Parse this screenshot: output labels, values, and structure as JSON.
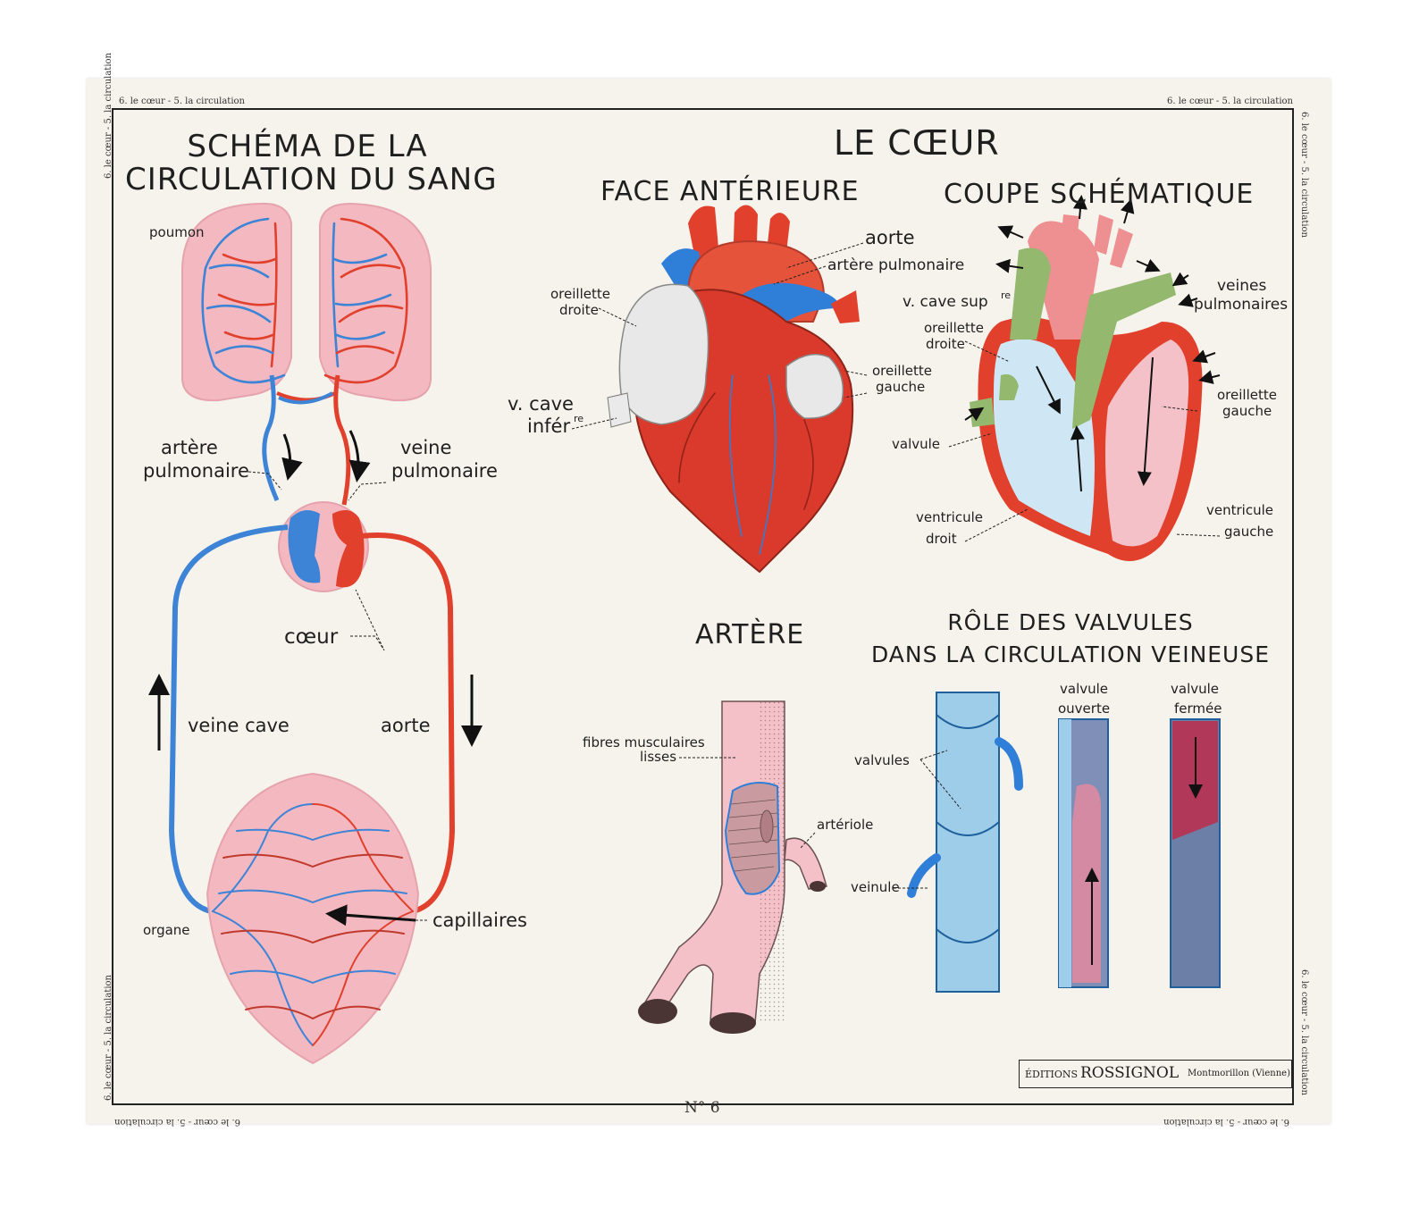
{
  "edge": {
    "top_left": "6. le cœur - 5. la circulation",
    "top_right": "6. le cœur - 5. la circulation",
    "left_top": "6. le cœur - 5. la circulation",
    "left_bottom": "6. le cœur - 5. la circulation",
    "right_top": "6. le cœur - 5. la circulation",
    "right_bottom": "6. le cœur - 5. la circulation",
    "bottom_left": "6. le cœur - 5. la circulation",
    "bottom_right": "6. le cœur - 5. la circulation",
    "number": "N° 6"
  },
  "circulation": {
    "title_line1": "SCHÉMA DE LA",
    "title_line2": "CIRCULATION DU SANG",
    "poumon": "poumon",
    "artere_pulmonaire_1": "artère",
    "artere_pulmonaire_2": "pulmonaire",
    "veine_pulmonaire_1": "veine",
    "veine_pulmonaire_2": "pulmonaire",
    "coeur": "cœur",
    "veine_cave": "veine cave",
    "aorte": "aorte",
    "organe": "organe",
    "capillaires": "capillaires"
  },
  "heart": {
    "title": "LE CŒUR",
    "face_title": "FACE ANTÉRIEURE",
    "coupe_title": "COUPE SCHÉMATIQUE",
    "face": {
      "aorte": "aorte",
      "artere_pulmonaire": "artère pulmonaire",
      "oreillette_droite_1": "oreillette",
      "oreillette_droite_2": "droite",
      "oreillette_gauche_1": "oreillette",
      "oreillette_gauche_2": "gauche",
      "v_cave_1": "v. cave",
      "v_cave_2": "infér",
      "v_cave_sup": "re"
    },
    "coupe": {
      "v_cave_sup": "v. cave sup",
      "v_cave_sup_exp": "re",
      "veines_1": "veines",
      "veines_2": "pulmonaires",
      "oreillette_droite_1": "oreillette",
      "oreillette_droite_2": "droite",
      "oreillette_gauche_1": "oreillette",
      "oreillette_gauche_2": "gauche",
      "valvule": "valvule",
      "ventricule_droit_1": "ventricule",
      "ventricule_droit_2": "droit",
      "ventricule_gauche_1": "ventricule",
      "ventricule_gauche_2": "gauche"
    }
  },
  "artery": {
    "title": "ARTÈRE",
    "fibres_1": "fibres musculaires",
    "fibres_2": "lisses",
    "arteriole": "artériole"
  },
  "valves": {
    "title_line1": "RÔLE DES VALVULES",
    "title_line2": "DANS LA CIRCULATION VEINEUSE",
    "valvules": "valvules",
    "veinule": "veinule",
    "ouverte_1": "valvule",
    "ouverte_2": "ouverte",
    "fermee_1": "valvule",
    "fermee_2": "fermée"
  },
  "publisher": {
    "editions": "ÉDITIONS",
    "name": "ROSSIGNOL",
    "place": "Montmorillon (Vienne)"
  }
}
